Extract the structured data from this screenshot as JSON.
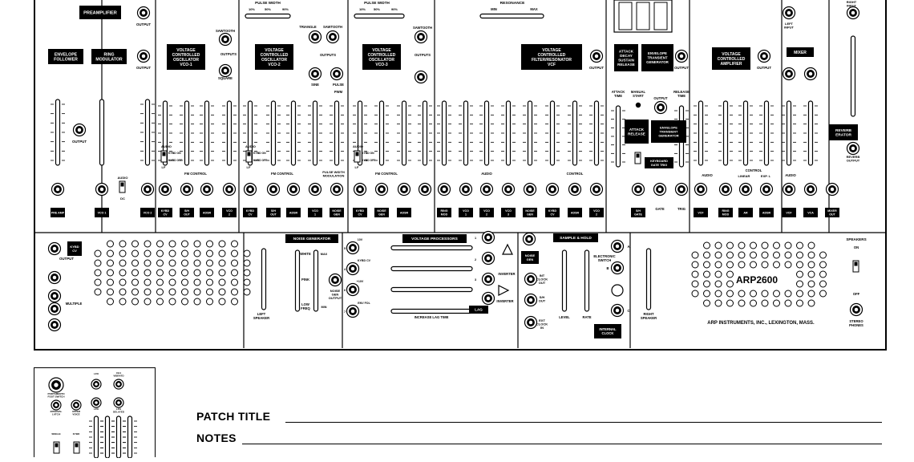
{
  "top": {
    "pw1": {
      "title": "PULSE WIDTH",
      "lo": "10%",
      "mid": "50%",
      "hi": "90%"
    },
    "pw2": {
      "title": "PULSE WIDTH",
      "lo": "10%",
      "mid": "50%",
      "hi": "90%"
    },
    "resonance": {
      "title": "RESONANCE",
      "lo": "MIN",
      "hi": "MAX"
    }
  },
  "modules": {
    "preamplifier": "PREAMPLIFIER",
    "output": "OUTPUT",
    "envelope_follower": [
      "ENVELOPE",
      "FOLLOWER"
    ],
    "ring_modulator": [
      "RING",
      "MODULATOR"
    ],
    "vco1": [
      "VOLTAGE",
      "CONTROLLED",
      "OSCILLATOR",
      "VCO-1"
    ],
    "vco2": [
      "VOLTAGE",
      "CONTROLLED",
      "OSCILLATOR",
      "VCO-2"
    ],
    "vco3": [
      "VOLTAGE",
      "CONTROLLED",
      "OSCILLATOR",
      "VCO-3"
    ],
    "vcf": [
      "VOLTAGE",
      "CONTROLLED",
      "FILTER/RESONATOR",
      "VCF"
    ],
    "adsr": [
      "ATTACK",
      "DECAY",
      "SUSTAIN",
      "RELEASE"
    ],
    "envelope_transient": [
      "ENVELOPE",
      "TRANSIENT",
      "GENERATOR"
    ],
    "vca": [
      "VOLTAGE",
      "CONTROLLED",
      "AMPLIFIER"
    ],
    "mixer": "MIXER",
    "reverberator": [
      "REVERB",
      "ERATOR"
    ],
    "ar": [
      "ATTACK",
      "RELEASE"
    ],
    "ar_gen": [
      "ENVELOPE",
      "TRANSIENT",
      "GENERATOR"
    ]
  },
  "labels": {
    "sawtooth": "SAWTOOTH",
    "triangle": "TRIANGLE",
    "outputs": "OUTPUTS",
    "square": "SQUARE",
    "sine": "SINE",
    "pulse": "PULSE",
    "pwm": "PWM",
    "audio": "AUDIO",
    "dc": "DC",
    "kybd_on": "KYBD ON",
    "kybd_off": "KYBD OFF",
    "lf": "LF",
    "fm_control": "FM CONTROL",
    "pw_modulation": [
      "PULSE WIDTH",
      "MODULATION"
    ],
    "control": "CONTROL",
    "linear": "LINEAR",
    "exp": "EXP. L",
    "attack_time": [
      "ATTACK",
      "TIME"
    ],
    "manual_start": [
      "MANUAL",
      "START"
    ],
    "release_time": [
      "RELEASE",
      "TIME"
    ],
    "kbd_gate_trig": [
      "KEYBOARD",
      "GATE TRIG"
    ],
    "gate": "GATE",
    "trig": "TRIG",
    "left_input": [
      "LEFT",
      "INPUT"
    ],
    "right_input": [
      "RIGHT",
      "INPUT"
    ],
    "reverb_output": [
      "REVERB",
      "OUTPUT"
    ]
  },
  "jack_rows": {
    "a": [
      "PRE AMP",
      "VCO 1",
      "VCO 2"
    ],
    "vco1": [
      "KYBD CV",
      "S/H OUT",
      "ADSR",
      "VCO 2"
    ],
    "vco2": [
      "KYBD CV",
      "S/H OUT",
      "ADSR",
      "VCO 1",
      "NOISE GEN"
    ],
    "vco3": [
      "KYBD CV",
      "NOISE GEN",
      "ADSR"
    ],
    "vcf": [
      "RING MOD",
      "VCO 1",
      "VCO 2",
      "VCO 3",
      "NOISE GEN",
      "KYBD CV",
      "ADSR",
      "VCO 2"
    ],
    "env": [
      "S/H GATE"
    ],
    "vca": [
      "VCF",
      "RING MOD",
      "AR",
      "ADSR"
    ],
    "mixer": [
      "VCF",
      "VCA",
      "MIXER OUT"
    ]
  },
  "bottom": {
    "kybd_cv": [
      "KYBD",
      "CV"
    ],
    "output": "OUTPUT",
    "multiple": "MULTIPLE",
    "left_speaker": [
      "LEFT",
      "SPEAKER"
    ],
    "noise_generator": "NOISE GENERATOR",
    "white": "WHITE",
    "pink": "PINK",
    "low_freq": [
      "LOW",
      "FREQ"
    ],
    "max": "MAX",
    "min": "MIN",
    "noise_gen_output": [
      "NOISE",
      "GEN",
      "OUTPUT"
    ],
    "voltage_processors": "VOLTAGE PROCESSORS",
    "vp_inputs": [
      "10V",
      "KYBD CV",
      "+10V",
      "ENV FOL"
    ],
    "vp_nums": [
      "1",
      "2",
      "3",
      "4",
      "5",
      "6",
      "7"
    ],
    "inverter": "INVERTER",
    "lag": "LAG",
    "increase_lag_time": "INCREASE LAG TIME",
    "sample_hold": "SAMPLE & HOLD",
    "noise_gen": [
      "NOISE",
      "GEN"
    ],
    "int_clock_out": [
      "INT",
      "CLOCK",
      "OUT"
    ],
    "sh_out": [
      "S/H",
      "OUT"
    ],
    "ext_clock_in": [
      "EXT",
      "CLOCK",
      "IN"
    ],
    "level": "LEVEL",
    "rate": "RATE",
    "electronic_switch": [
      "ELECTRONIC",
      "SWITCH"
    ],
    "internal_clock": [
      "INTERNAL",
      "CLOCK"
    ],
    "a": "A",
    "b": "B",
    "c": "C",
    "right_speaker": [
      "RIGHT",
      "SPEAKER"
    ],
    "brand": "ARP2600",
    "company": "ARP INSTRUMENTS, INC., LEXINGTON, MASS.",
    "speakers": "SPEAKERS",
    "on": "ON",
    "off": "OFF",
    "stereo_phones": [
      "STEREO",
      "PHONES"
    ]
  },
  "keyboard": {
    "portamento": [
      "PORTAMENTO",
      "FOOT SWITCH"
    ],
    "interval_latch": [
      "INTERVAL",
      "LATCH"
    ],
    "upper_voice": [
      "UPPER",
      "VOICE"
    ],
    "lfo": "LFO",
    "vibrato": [
      "CH1",
      "VIBRATO"
    ],
    "lfo_delayed": [
      "LFO",
      "DELAYED"
    ],
    "single": "SINGLE",
    "kybd": "KYBD"
  },
  "patch": {
    "title_label": "PATCH TITLE",
    "notes_label": "NOTES"
  }
}
